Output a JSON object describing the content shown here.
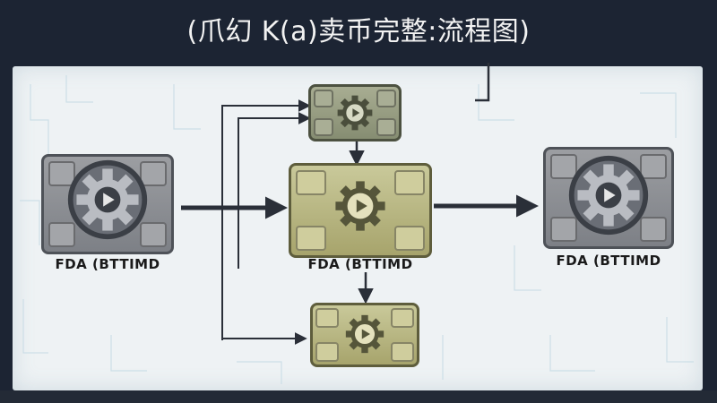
{
  "title": "(爪幻 K(a)卖币完整:流程图)",
  "nodes": {
    "left": {
      "caption": "FDA (BTTIMD",
      "icon": "gear-play-icon"
    },
    "center": {
      "caption": "FDA (BTTIMD",
      "icon": "gear-play-icon"
    },
    "right": {
      "caption": "FDA (BTTIMD",
      "icon": "gear-play-icon"
    },
    "top": {
      "icon": "gear-play-icon"
    },
    "bottom": {
      "icon": "gear-play-icon"
    }
  },
  "colors": {
    "frame": "#1c2433",
    "board": "#eef2f4",
    "grey_block": "#8c8f94",
    "olive_block": "#b8b680",
    "sage_block": "#979d82",
    "arrow": "#2a2f38"
  }
}
